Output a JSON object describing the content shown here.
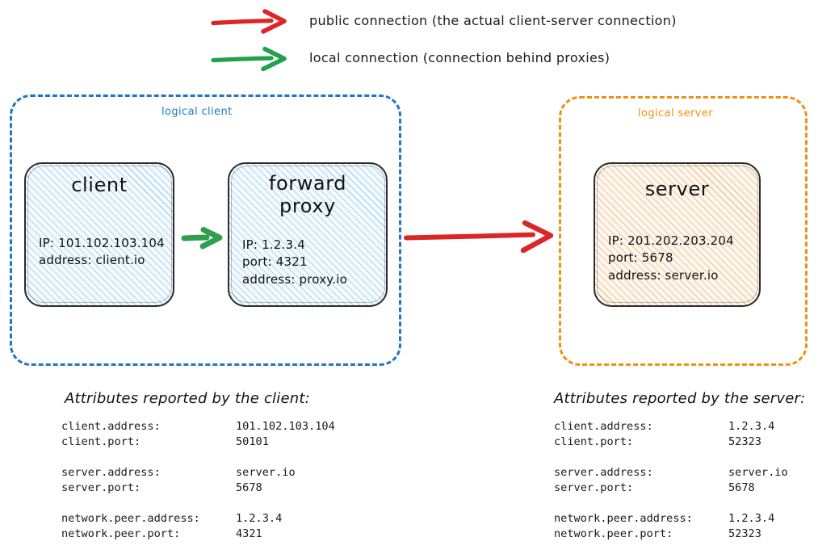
{
  "legend": {
    "items": [
      {
        "icon": "red-arrow-icon",
        "color": "#dc2626",
        "label": "public connection (the actual client-server connection)"
      },
      {
        "icon": "green-arrow-icon",
        "color": "#22a14a",
        "label": "local connection (connection behind proxies)"
      }
    ]
  },
  "diagram": {
    "logical_client": {
      "title": "logical client",
      "border_color": "#1f77c4",
      "nodes": [
        {
          "name": "client",
          "title": "client",
          "fill_color": "#f4fbff",
          "hatch_color": "#78b4e1",
          "props": [
            "IP: 101.102.103.104",
            "address: client.io"
          ]
        },
        {
          "name": "forward-proxy",
          "title": "forward\nproxy",
          "fill_color": "#f4fbff",
          "hatch_color": "#78b4e1",
          "props": [
            "IP: 1.2.3.4",
            "port: 4321",
            "address: proxy.io"
          ]
        }
      ]
    },
    "logical_server": {
      "title": "logical server",
      "border_color": "#ef9013",
      "nodes": [
        {
          "name": "server",
          "title": "server",
          "fill_color": "#fdf7ef",
          "hatch_color": "#e2a054",
          "props": [
            "IP: 201.202.203.204",
            "port: 5678",
            "address: server.io"
          ]
        }
      ]
    },
    "connections": [
      {
        "name": "client-to-proxy",
        "type": "local",
        "color": "#22a14a"
      },
      {
        "name": "proxy-to-server",
        "type": "public",
        "color": "#dc2626"
      }
    ]
  },
  "client_attributes": {
    "heading": "Attributes reported by the client:",
    "groups": [
      [
        {
          "key": "client.address:",
          "value": "101.102.103.104"
        },
        {
          "key": "client.port:",
          "value": "50101"
        }
      ],
      [
        {
          "key": "server.address:",
          "value": "server.io"
        },
        {
          "key": "server.port:",
          "value": "5678"
        }
      ],
      [
        {
          "key": "network.peer.address:",
          "value": "1.2.3.4"
        },
        {
          "key": "network.peer.port:",
          "value": "4321"
        }
      ]
    ]
  },
  "server_attributes": {
    "heading": "Attributes reported by the server:",
    "groups": [
      [
        {
          "key": "client.address:",
          "value": "1.2.3.4"
        },
        {
          "key": "client.port:",
          "value": "52323"
        }
      ],
      [
        {
          "key": "server.address:",
          "value": "server.io"
        },
        {
          "key": "server.port:",
          "value": "5678"
        }
      ],
      [
        {
          "key": "network.peer.address:",
          "value": "1.2.3.4"
        },
        {
          "key": "network.peer.port:",
          "value": "52323"
        }
      ]
    ]
  }
}
